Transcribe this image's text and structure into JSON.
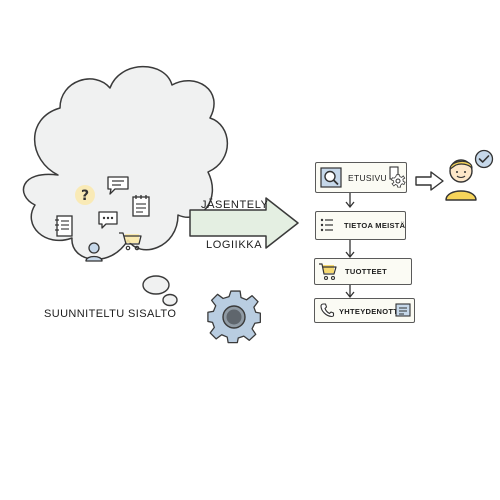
{
  "cloud": {
    "caption": "SUUNNITELTU SISALTO",
    "icons": [
      "question-icon",
      "chat-bubble-icon",
      "document-icon",
      "notebook-icon",
      "comment-icon",
      "calendar-icon",
      "user-icon",
      "cart-icon"
    ]
  },
  "arrow": {
    "top_label": "JÄSENTELY",
    "bottom_label": "LOGIIKKA"
  },
  "sitemap": {
    "pages": [
      {
        "label": "ETUSIVU",
        "icon": "search-icon",
        "badge": "settings-gear-icon"
      },
      {
        "label": "TIETOA MEISTÄ",
        "icon": "list-icon"
      },
      {
        "label": "TUOTTEET",
        "icon": "cart-icon"
      },
      {
        "label": "YHTEYDENOTTO",
        "icon": "phone-icon",
        "badge": "form-icon"
      }
    ]
  },
  "visitor": {
    "icon": "person-icon",
    "badge": "checkmark-icon"
  },
  "process": {
    "icon": "gear-icon"
  },
  "colors": {
    "arrow_fill": "#e4efe2",
    "cloud_fill": "#f0f1f1",
    "gear_fill": "#b9cde1",
    "accent_yellow": "#f6d45a",
    "highlight_yellow": "#fbe9a8",
    "icon_blue": "#c6d8ea"
  }
}
